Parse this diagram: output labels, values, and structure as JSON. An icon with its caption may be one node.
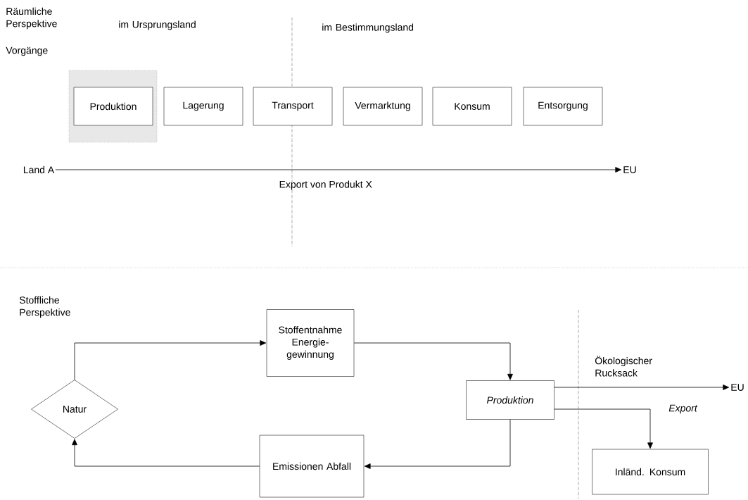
{
  "diagram": {
    "nodes": [
      {
        "text": [],
        "shape": "box"
      },
      {
        "text": [
          "Produktion"
        ],
        "in": 0
      },
      {
        "text": [
          "Lagerung"
        ]
      },
      {
        "text": [
          "Transport"
        ]
      },
      {
        "text": [
          "Vermarktung"
        ]
      },
      {
        "text": [
          "Konsum"
        ]
      },
      {
        "text": [
          "Entsorgung"
        ]
      },
      {
        "text": [
          "Land A"
        ]
      },
      {
        "text": [
          "EU"
        ]
      },
      {
        "text": [
          "Natur"
        ]
      },
      {
        "text": [
          "Stoffentnahme Energie-gewinnung"
        ]
      },
      {
        "text": [
          "Produktion"
        ]
      },
      {
        "text": [
          "Emissionen Abfall"
        ]
      },
      {
        "text": [
          "Inländ. Konsum"
        ]
      },
      {
        "text": [
          "EU"
        ]
      }
    ],
    "edges": [
      {
        "from": 7,
        "to": 8,
        "arrow": "to",
        "label": "Export von Produkt X"
      },
      {
        "from": 9,
        "to": 10,
        "arrow": "to"
      },
      {
        "from": 10,
        "to": 11,
        "arrow": "to"
      },
      {
        "from": 11,
        "to": 12,
        "arrow": "to"
      },
      {
        "from": 12,
        "to": 9,
        "arrow": "to"
      },
      {
        "from": 11,
        "to": 14,
        "arrow": "to"
      },
      {
        "from": 11,
        "to": 13,
        "arrow": "to"
      }
    ],
    "labels": [
      "Räumliche Perspektive",
      "im Ursprungsland",
      "im Bestimmungsland",
      "Vorgänge",
      "Stoffliche Perspektive",
      "Ökologischer Rucksack",
      "Export"
    ]
  }
}
